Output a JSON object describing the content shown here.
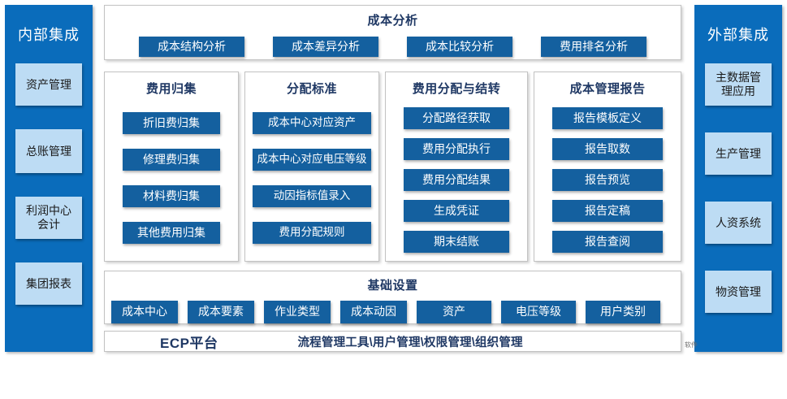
{
  "left_rail": {
    "title": "内部集成",
    "items": [
      {
        "label": "资产管理"
      },
      {
        "label": "总账管理"
      },
      {
        "label": "利润中心\n会计"
      },
      {
        "label": "集团报表"
      }
    ]
  },
  "right_rail": {
    "title": "外部集成",
    "items": [
      {
        "label": "主数据管\n理应用"
      },
      {
        "label": "生产管理"
      },
      {
        "label": "人资系统"
      },
      {
        "label": "物资管理"
      }
    ]
  },
  "analysis_panel": {
    "title": "成本分析",
    "buttons": [
      {
        "label": "成本结构分析"
      },
      {
        "label": "成本差异分析"
      },
      {
        "label": "成本比较分析"
      },
      {
        "label": "费用排名分析"
      }
    ]
  },
  "columns": [
    {
      "title": "费用归集",
      "buttons": [
        {
          "label": "折旧费归集"
        },
        {
          "label": "修理费归集"
        },
        {
          "label": "材料费归集"
        },
        {
          "label": "其他费用归集"
        }
      ]
    },
    {
      "title": "分配标准",
      "buttons": [
        {
          "label": "成本中心对应资产"
        },
        {
          "label": "成本中心对应电压等级"
        },
        {
          "label": "动因指标值录入"
        },
        {
          "label": "费用分配规则"
        }
      ]
    },
    {
      "title": "费用分配与结转",
      "buttons": [
        {
          "label": "分配路径获取"
        },
        {
          "label": "费用分配执行"
        },
        {
          "label": "费用分配结果"
        },
        {
          "label": "生成凭证"
        },
        {
          "label": "期末结账"
        }
      ]
    },
    {
      "title": "成本管理报告",
      "buttons": [
        {
          "label": "报告模板定义"
        },
        {
          "label": "报告取数"
        },
        {
          "label": "报告预览"
        },
        {
          "label": "报告定稿"
        },
        {
          "label": "报告查阅"
        }
      ]
    }
  ],
  "basic_panel": {
    "title": "基础设置",
    "buttons": [
      {
        "label": "成本中心"
      },
      {
        "label": "成本要素"
      },
      {
        "label": "作业类型"
      },
      {
        "label": "成本动因"
      },
      {
        "label": "资产"
      },
      {
        "label": "电压等级"
      },
      {
        "label": "用户类别"
      }
    ]
  },
  "ecp_bar": {
    "platform_label": "ECP平台",
    "tools_label": "流程管理工具\\用户管理\\权限管理\\组织管理"
  },
  "watermark": {
    "text": "软件"
  },
  "colors": {
    "rail_blue": "#0A6CBB",
    "chip_blue": "#BDDCF4",
    "button_blue": "#14609F",
    "title_navy": "#1F3864",
    "panel_border": "#C2C2C2"
  }
}
